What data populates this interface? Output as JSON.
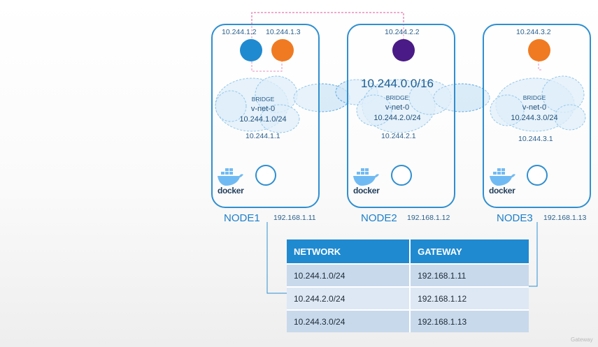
{
  "network": {
    "cidr": "10.244.0.0/16"
  },
  "colors": {
    "accent": "#2f8fd0",
    "pod_blue": "#1f8ad0",
    "pod_orange": "#f07a22",
    "pod_purple": "#4a1a86",
    "link_pink": "#e0559a"
  },
  "nodes": [
    {
      "name": "NODE1",
      "ip": "192.168.1.11",
      "pods": [
        {
          "ip": "10.244.1.2",
          "color": "blue"
        },
        {
          "ip": "10.244.1.3",
          "color": "orange"
        }
      ],
      "bridge": {
        "label": "BRIDGE",
        "name": "v-net-0",
        "cidr": "10.244.1.0/24",
        "ip": "10.244.1.1"
      },
      "docker_label": "docker"
    },
    {
      "name": "NODE2",
      "ip": "192.168.1.12",
      "pods": [
        {
          "ip": "10.244.2.2",
          "color": "purple"
        }
      ],
      "bridge": {
        "label": "BRIDGE",
        "name": "v-net-0",
        "cidr": "10.244.2.0/24",
        "ip": "10.244.2.1"
      },
      "docker_label": "docker"
    },
    {
      "name": "NODE3",
      "ip": "192.168.1.13",
      "pods": [
        {
          "ip": "10.244.3.2",
          "color": "orange"
        }
      ],
      "bridge": {
        "label": "BRIDGE",
        "name": "v-net-0",
        "cidr": "10.244.3.0/24",
        "ip": "10.244.3.1"
      },
      "docker_label": "docker"
    }
  ],
  "routing_table": {
    "headers": [
      "NETWORK",
      "GATEWAY"
    ],
    "rows": [
      [
        "10.244.1.0/24",
        "192.168.1.11"
      ],
      [
        "10.244.2.0/24",
        "192.168.1.12"
      ],
      [
        "10.244.3.0/24",
        "192.168.1.13"
      ]
    ]
  },
  "watermark": "Gateway"
}
